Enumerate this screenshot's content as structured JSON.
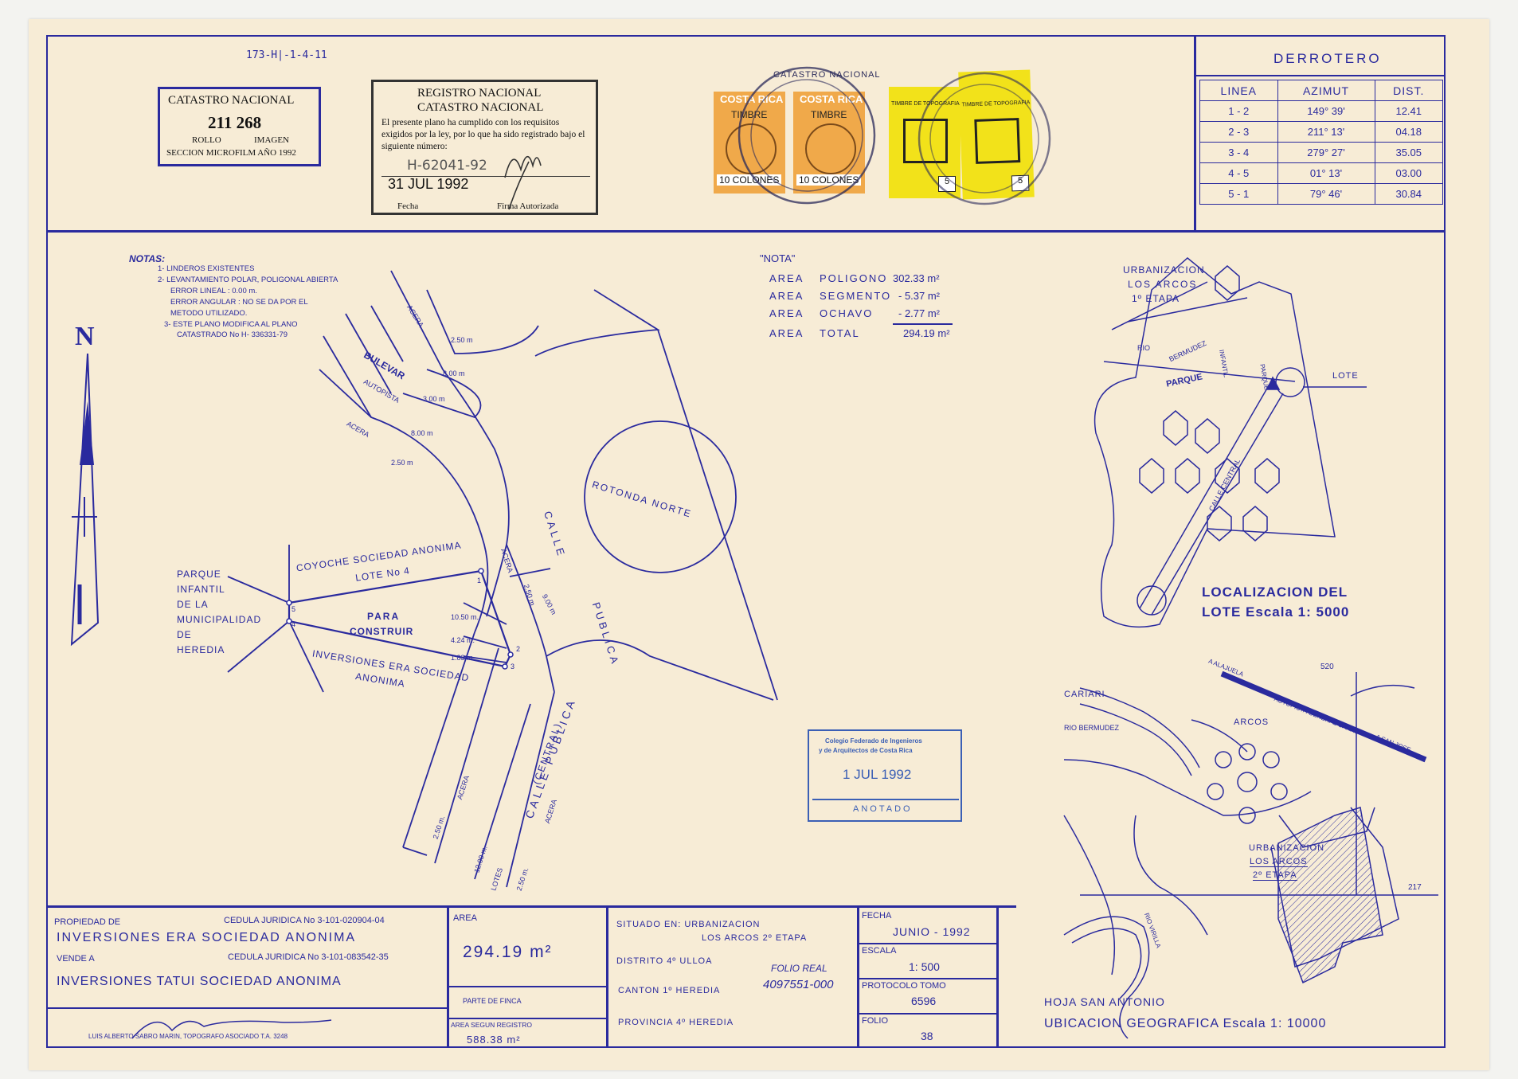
{
  "file_code": "173-H|-1-4-11",
  "catastro_box": {
    "title": "CATASTRO NACIONAL",
    "number": "211 268",
    "rollo": "ROLLO",
    "imagen": "IMAGEN",
    "seccion": "SECCION MICROFILM AÑO 1992"
  },
  "registro_stamp": {
    "line1": "REGISTRO NACIONAL",
    "line2": "CATASTRO NACIONAL",
    "body": "El presente plano ha cumplido con los requisitos exigidos por la ley, por lo que ha sido registrado bajo el siguiente número:",
    "plan_number": "H-62041-92",
    "date": "31 JUL 1992",
    "fecha_label": "Fecha",
    "firma_label": "Firma Autorizada"
  },
  "stamps": {
    "orange_1": {
      "brand": "COSTA RICA",
      "type": "TIMBRE",
      "value": "10 COLONES"
    },
    "orange_2": {
      "brand": "COSTA RICA",
      "type": "TIMBRE",
      "value": "10 COLONES"
    },
    "yellow_1": {
      "title": "TIMBRE DE TOPOGRAFIA",
      "value": "5"
    },
    "yellow_2": {
      "title": "TIMBRE DE TOPOGRAFIA",
      "value": "5"
    },
    "seal_text": "CATASTRO NACIONAL"
  },
  "derrotero": {
    "title": "DERROTERO",
    "headers": [
      "LINEA",
      "AZIMUT",
      "DIST."
    ],
    "rows": [
      [
        "1 - 2",
        "149° 39'",
        "12.41"
      ],
      [
        "2 - 3",
        "211° 13'",
        "04.18"
      ],
      [
        "3 - 4",
        "279° 27'",
        "35.05"
      ],
      [
        "4 - 5",
        "01° 13'",
        "03.00"
      ],
      [
        "5 - 1",
        "79° 46'",
        "30.84"
      ]
    ]
  },
  "notas": {
    "title": "NOTAS:",
    "items": [
      "1- LINDEROS EXISTENTES",
      "2- LEVANTAMIENTO POLAR, POLIGONAL ABIERTA",
      "ERROR LINEAL : 0.00 m.",
      "ERROR ANGULAR : NO SE DA POR EL",
      "METODO UTILIZADO.",
      "3- ESTE PLANO MODIFICA AL PLANO",
      "CATASTRADO No H- 336331-79"
    ]
  },
  "nota_areas": {
    "title": "\"NOTA\"",
    "rows": [
      {
        "label": "AREA",
        "name": "POLIGONO",
        "value": "302.33 m²"
      },
      {
        "label": "AREA",
        "name": "SEGMENTO",
        "value": "- 5.37 m²"
      },
      {
        "label": "AREA",
        "name": "OCHAVO",
        "value": "- 2.77 m²"
      },
      {
        "label": "AREA",
        "name": "TOTAL",
        "value": "294.19 m²"
      }
    ]
  },
  "north_label": "N",
  "plan_labels": {
    "acera_1": "ACERA",
    "d_250_1": "2.50 m",
    "bulevar": "BULEVAR",
    "d_800_1": "8.00 m",
    "autopista": "AUTOPISTA",
    "d_300": "3.00 m",
    "acera_2": "ACERA",
    "d_800_2": "8.00 m",
    "d_250_2": "2.50 m",
    "rotonda": "ROTONDA NORTE",
    "calle_1": "CALLE",
    "publica_1": "PUBLICA",
    "d_900": "9.00 m",
    "acera_3": "ACERA",
    "d_250_3": "2.50 m",
    "coyoche_1": "COYOCHE SOCIEDAD ANONIMA",
    "coyoche_2": "LOTE No 4",
    "parque_1": "PARQUE",
    "parque_2": "INFANTIL",
    "parque_3": "DE LA",
    "parque_4": "MUNICIPALIDAD",
    "parque_5": "DE",
    "parque_6": "HEREDIA",
    "para": "PARA",
    "construir": "CONSTRUIR",
    "d_1050": "10.50 m.",
    "d_424": "4.24 m.",
    "d_183": "1.83 m.",
    "inversiones_1": "INVERSIONES ERA SOCIEDAD",
    "inversiones_2": "ANONIMA",
    "calle_publica": "CALLE PUBLICA",
    "central": "(CENTRAL)",
    "acera_4": "ACERA",
    "acera_5": "ACERA",
    "d_250_4": "2.50 m.",
    "d_1200": "12.00 m.",
    "lotes": "LOTES",
    "d_250_5": "2.50 m.",
    "p1": "1",
    "p2": "2",
    "p3": "3",
    "p4": "4",
    "p5": "5"
  },
  "localizacion": {
    "urbanizacion": "URBANIZACION",
    "los_arcos": "LOS ARCOS",
    "etapa": "1º ETAPA",
    "rio": "RIO",
    "bermudez": "BERMUDEZ",
    "parque": "PARQUE",
    "infantil": "INFANTIL",
    "parque_v": "PARQUE",
    "lote": "LOTE",
    "calle_central": "CALLE CENTRAL",
    "caption_1": "LOCALIZACION DEL",
    "caption_2": "LOTE Escala 1: 5000"
  },
  "ubicacion": {
    "cariari": "CARIARI",
    "alajuela": "A ALAJUELA",
    "autopista": "AUTOPISTA GENERAL CAÑAS",
    "san_jose": "A SAN JOSE",
    "rio_bermudez": "RIO BERMUDEZ",
    "arcos": "ARCOS",
    "urb": "URBANIZACION",
    "los_arcos": "LOS ARCOS",
    "etapa": "2º ETAPA",
    "rio_virilla": "RIO VIRILLA",
    "coord_520": "520",
    "coord_217": "217",
    "hoja": "HOJA SAN ANTONIO",
    "caption": "UBICACION GEOGRAFICA Escala 1: 10000"
  },
  "colegio_stamp": {
    "line1": "Colegio Federado de Ingenieros",
    "line2": "y de Arquitectos de Costa Rica",
    "date": "1 JUL 1992",
    "status": "ANOTADO"
  },
  "title_block": {
    "propiedad_label": "PROPIEDAD DE",
    "cedula_1": "CEDULA JURIDICA No 3-101-020904-04",
    "owner_1": "INVERSIONES ERA SOCIEDAD ANONIMA",
    "vende_label": "VENDE A",
    "cedula_2": "CEDULA JURIDICA No 3-101-083542-35",
    "owner_2": "INVERSIONES TATUI SOCIEDAD ANONIMA",
    "surveyor": "LUIS ALBERTO SABRO MARIN, TOPOGRAFO ASOCIADO T.A. 3248",
    "area_label": "AREA",
    "area_value": "294.19 m²",
    "parte_finca": "PARTE DE FINCA",
    "area_registro_label": "AREA SEGUN REGISTRO",
    "area_registro_value": "588.38 m²",
    "situado": "SITUADO EN: URBANIZACION",
    "situado_2": "LOS ARCOS 2º ETAPA",
    "distrito": "DISTRITO 4º ULLOA",
    "canton": "CANTON 1º HEREDIA",
    "provincia": "PROVINCIA 4º HEREDIA",
    "folio_real_label": "FOLIO REAL",
    "folio_real": "4097551-000",
    "fecha_label": "FECHA",
    "fecha": "JUNIO - 1992",
    "escala_label": "ESCALA",
    "escala": "1: 500",
    "protocolo_label": "PROTOCOLO TOMO",
    "protocolo": "6596",
    "folio_label": "FOLIO",
    "folio": "38"
  },
  "colors": {
    "ink": "#2a2a9e",
    "paper": "#f7ecd6",
    "orange": "#f0a94a",
    "yellow": "#f2e21a",
    "stamp_blue": "#3b5fb5"
  }
}
